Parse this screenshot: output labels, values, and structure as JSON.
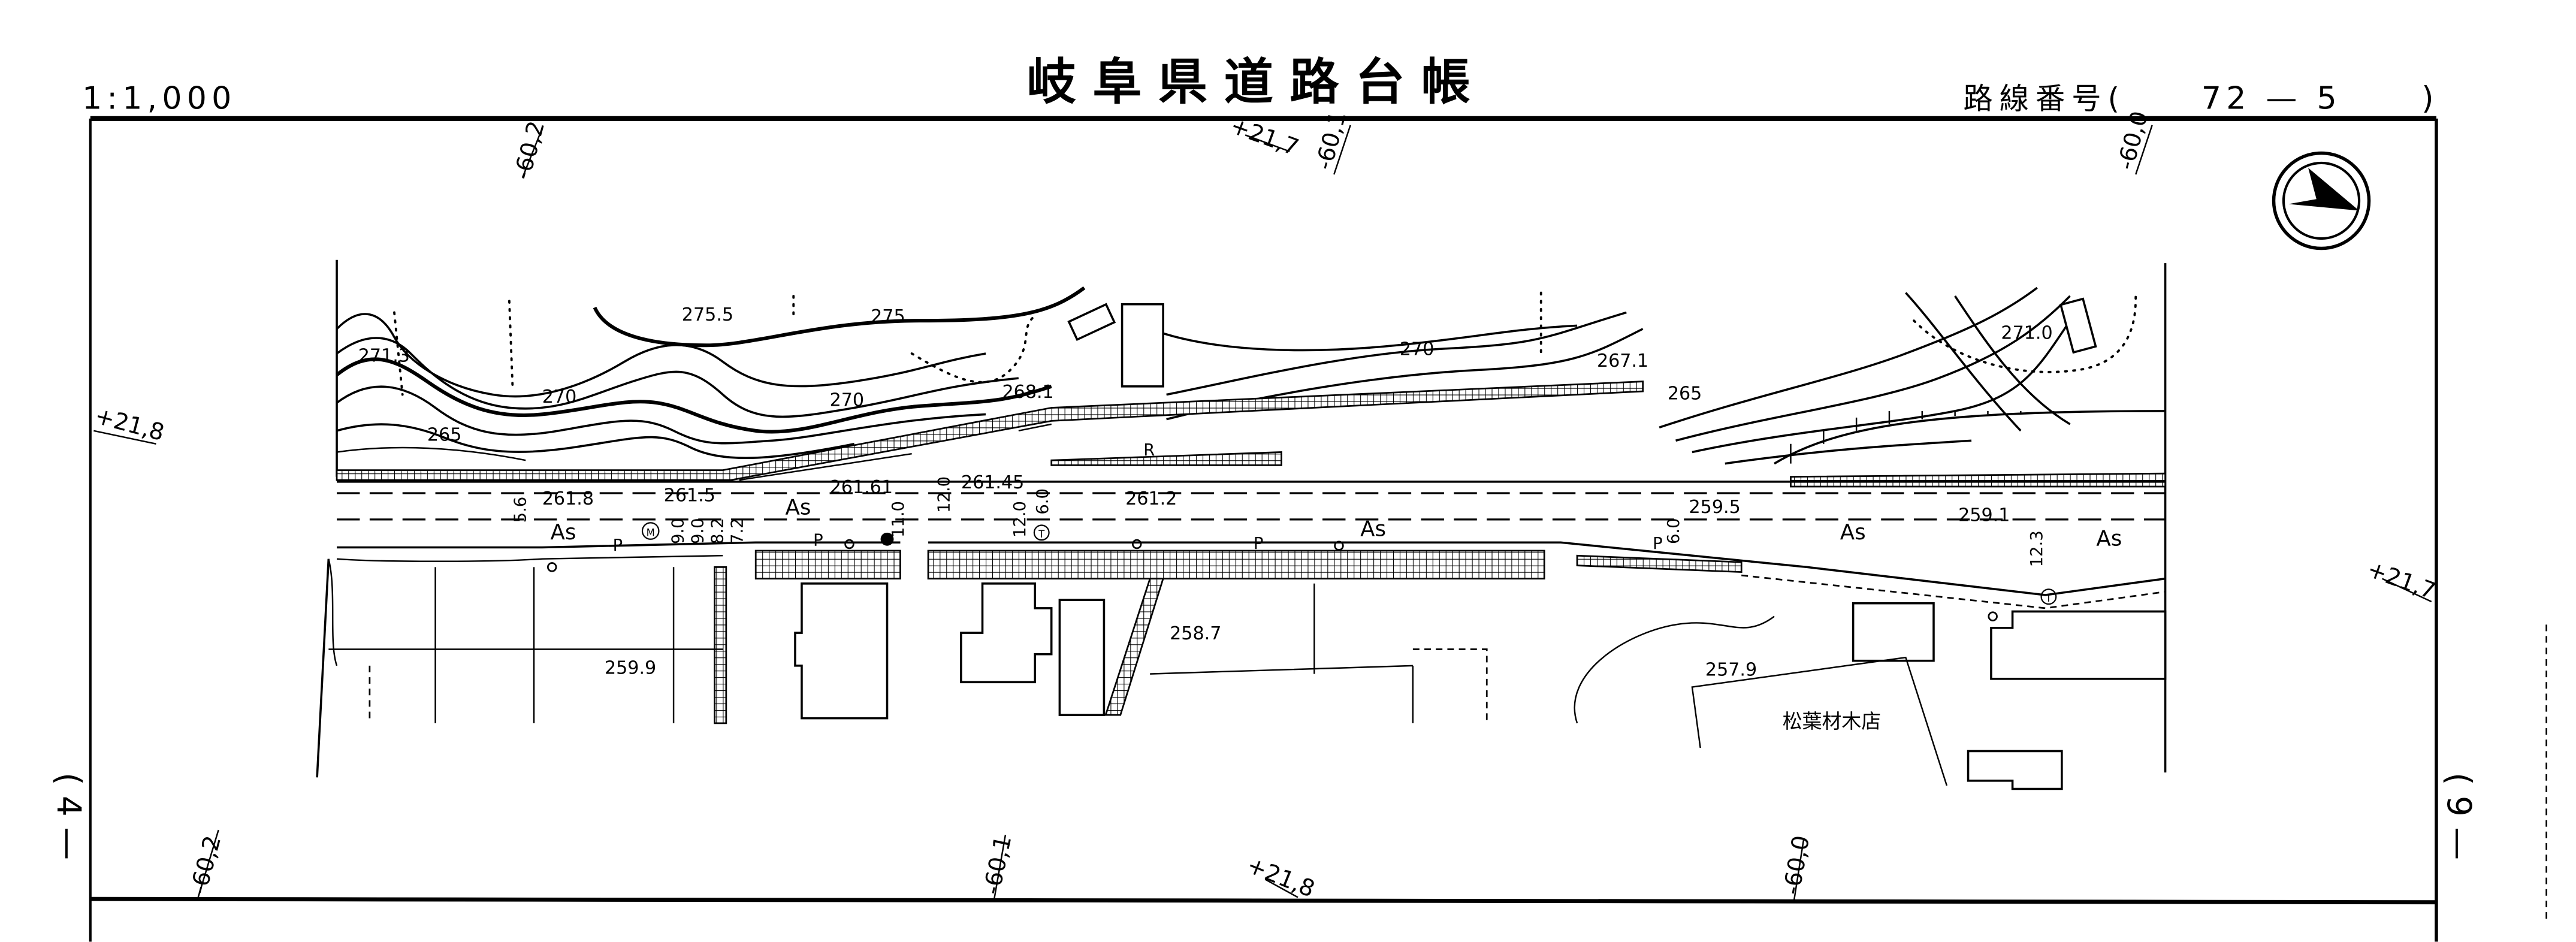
{
  "header": {
    "scale": "1:1,000",
    "title": "岐阜県道路台帳",
    "route_label": "路線番号(",
    "route_number": "72 — 5",
    "route_close": ")"
  },
  "sheet_edges": {
    "left": "( 4 —",
    "right": "( 9 —"
  },
  "grid_labels": {
    "top": [
      "-60,2",
      "+21,7",
      "-60,1",
      "-60,0"
    ],
    "bottom": [
      "-60,2",
      "-60,1",
      "+21,8",
      "-60,0"
    ],
    "left": "+21,8",
    "right": "+21,7"
  },
  "north_arrow": {
    "icon": "north-arrow-icon"
  },
  "elevations": [
    "275.5",
    "275",
    "271.3",
    "270",
    "270",
    "268.1",
    "265",
    "270",
    "267.1",
    "265",
    "271.0",
    "261.8",
    "261.5",
    "261.61",
    "261.45",
    "261.2",
    "259.5",
    "259.1",
    "258.7",
    "259.9",
    "257.9"
  ],
  "road_widths": [
    "5.6",
    "9.0",
    "9.0",
    "8.2",
    "7.2",
    "11.0",
    "12.0",
    "12.0",
    "6.0",
    "6.0",
    "12.3"
  ],
  "surface_labels": [
    "As",
    "As",
    "As",
    "As",
    "As"
  ],
  "symbols": [
    "P",
    "P",
    "P",
    "P",
    "R",
    "M",
    "T",
    "T"
  ],
  "landmarks": {
    "shop": "松葉材木店"
  }
}
